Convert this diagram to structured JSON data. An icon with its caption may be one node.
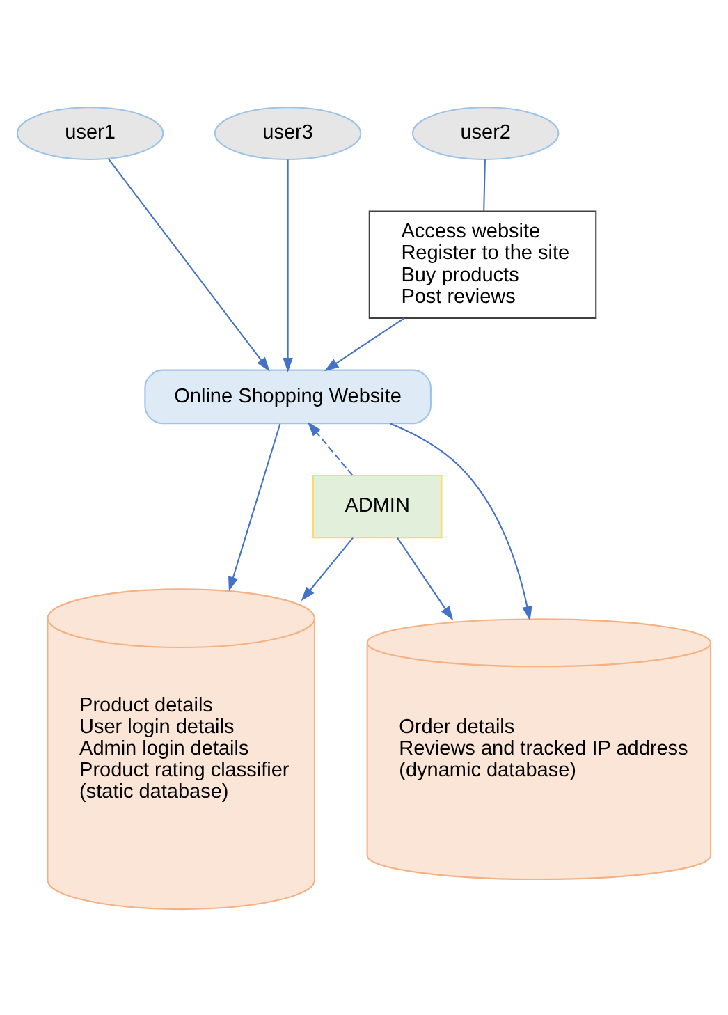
{
  "diagram": {
    "nodes": [
      {
        "text": [
          "user1"
        ]
      },
      {
        "text": [
          "user2"
        ]
      },
      {
        "text": [
          "user3"
        ]
      },
      {
        "text": [
          "Access website",
          "Register to the site",
          "Buy products",
          "Post reviews"
        ]
      },
      {
        "text": [
          "Online Shopping Website"
        ]
      },
      {
        "text": [
          "ADMIN"
        ]
      },
      {
        "text": [
          "Product details",
          "User login details",
          "Admin login details",
          "Product rating classifier",
          "(static database)"
        ]
      },
      {
        "text": [
          "Order details",
          "Reviews and tracked IP address",
          "(dynamic database)"
        ]
      }
    ],
    "edges": [
      {
        "from": 0,
        "to": 4,
        "arrow": "to"
      },
      {
        "from": 1,
        "to": 3,
        "arrow": "none"
      },
      {
        "from": 3,
        "to": 4,
        "arrow": "to"
      },
      {
        "from": 2,
        "to": 4,
        "arrow": "to"
      },
      {
        "from": 4,
        "to": 6,
        "arrow": "to"
      },
      {
        "from": 4,
        "to": 7,
        "arrow": "to"
      },
      {
        "from": 5,
        "to": 4,
        "arrow": "to",
        "style": "dashed"
      },
      {
        "from": 5,
        "to": 6,
        "arrow": "to"
      },
      {
        "from": 5,
        "to": 7,
        "arrow": "to"
      }
    ]
  }
}
